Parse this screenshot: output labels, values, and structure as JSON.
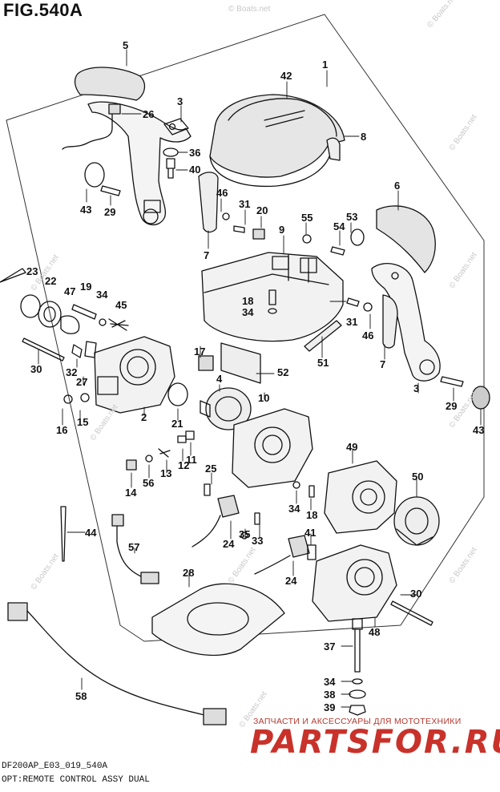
{
  "title": "FIG.540A",
  "footer": {
    "model": "DF200AP_E03_019_540A",
    "description": "OPT:REMOTE CONTROL ASSY DUAL"
  },
  "watermark": {
    "text": "© Boats.net"
  },
  "brand": {
    "tagline": "ЗАПЧАСТИ И АКСЕССУАРЫ ДЛЯ МОТОТЕХНИКИ",
    "logo": "PARTSFOR.RU",
    "color": "#c8322a"
  },
  "callouts": [
    {
      "n": "1"
    },
    {
      "n": "42"
    },
    {
      "n": "8"
    },
    {
      "n": "5"
    },
    {
      "n": "3"
    },
    {
      "n": "26"
    },
    {
      "n": "36"
    },
    {
      "n": "40"
    },
    {
      "n": "43"
    },
    {
      "n": "29"
    },
    {
      "n": "46"
    },
    {
      "n": "31"
    },
    {
      "n": "20"
    },
    {
      "n": "7"
    },
    {
      "n": "55"
    },
    {
      "n": "53"
    },
    {
      "n": "54"
    },
    {
      "n": "9"
    },
    {
      "n": "6"
    },
    {
      "n": "23"
    },
    {
      "n": "22"
    },
    {
      "n": "47"
    },
    {
      "n": "19"
    },
    {
      "n": "34"
    },
    {
      "n": "45"
    },
    {
      "n": "18"
    },
    {
      "n": "34"
    },
    {
      "n": "31"
    },
    {
      "n": "46"
    },
    {
      "n": "30"
    },
    {
      "n": "32"
    },
    {
      "n": "27"
    },
    {
      "n": "17"
    },
    {
      "n": "52"
    },
    {
      "n": "51"
    },
    {
      "n": "7"
    },
    {
      "n": "3"
    },
    {
      "n": "29"
    },
    {
      "n": "43"
    },
    {
      "n": "4"
    },
    {
      "n": "10"
    },
    {
      "n": "2"
    },
    {
      "n": "16"
    },
    {
      "n": "15"
    },
    {
      "n": "21"
    },
    {
      "n": "11"
    },
    {
      "n": "49"
    },
    {
      "n": "12"
    },
    {
      "n": "13"
    },
    {
      "n": "56"
    },
    {
      "n": "14"
    },
    {
      "n": "25"
    },
    {
      "n": "34"
    },
    {
      "n": "18"
    },
    {
      "n": "50"
    },
    {
      "n": "44"
    },
    {
      "n": "57"
    },
    {
      "n": "24"
    },
    {
      "n": "35"
    },
    {
      "n": "33"
    },
    {
      "n": "41"
    },
    {
      "n": "24"
    },
    {
      "n": "28"
    },
    {
      "n": "30"
    },
    {
      "n": "48"
    },
    {
      "n": "37"
    },
    {
      "n": "34"
    },
    {
      "n": "38"
    },
    {
      "n": "39"
    },
    {
      "n": "58"
    }
  ]
}
